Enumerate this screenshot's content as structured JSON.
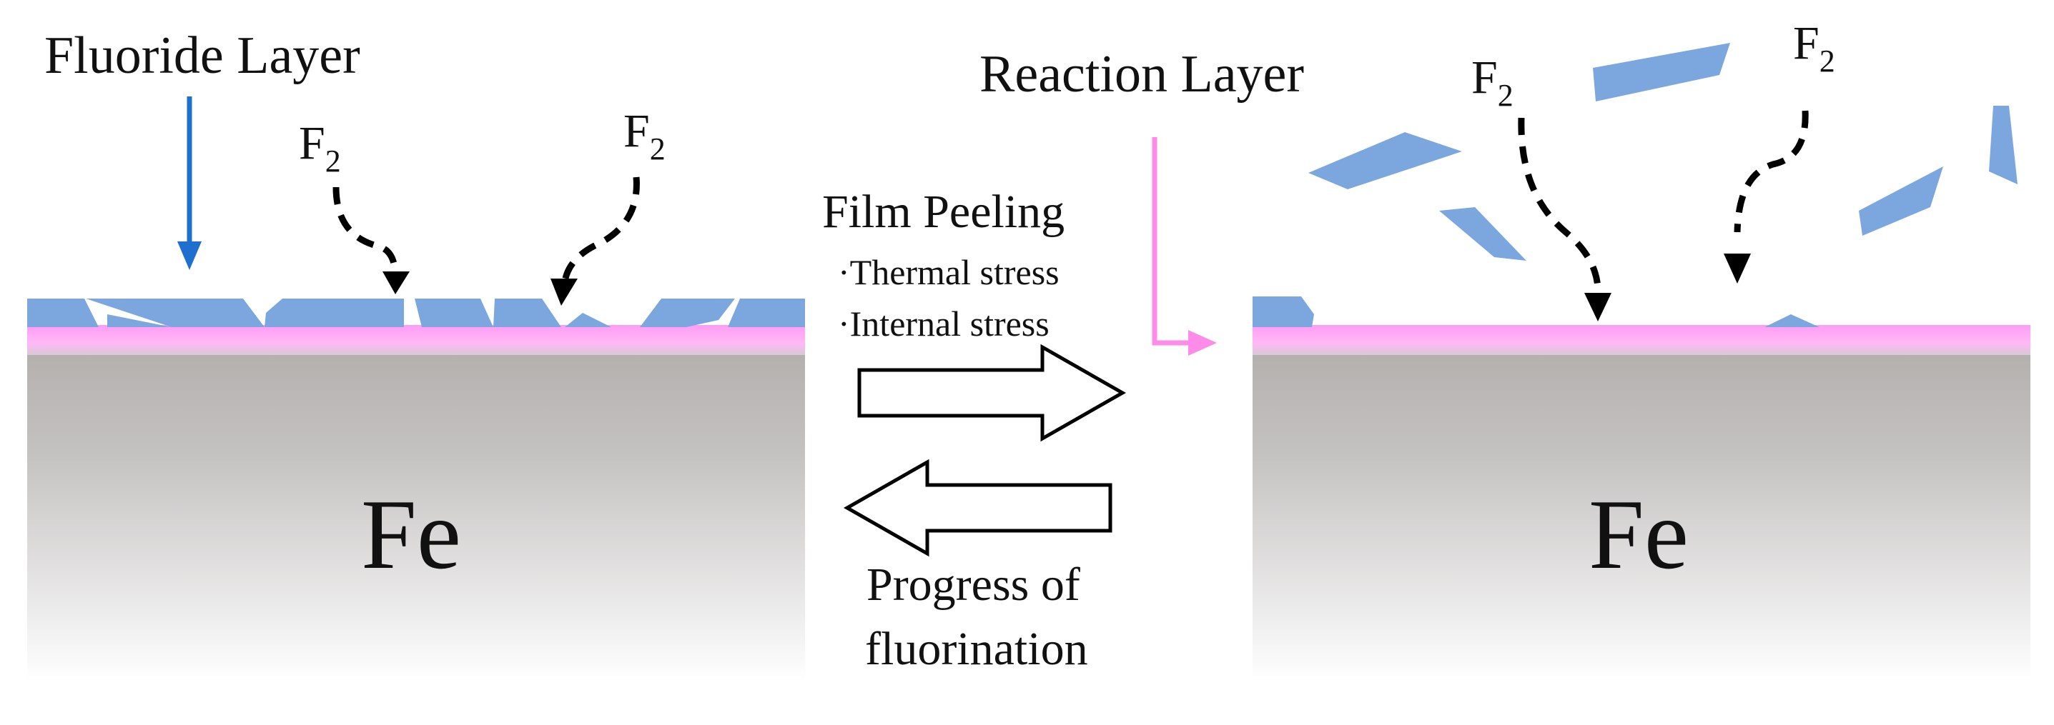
{
  "labels": {
    "fluoride_layer": "Fluoride Layer",
    "reaction_layer": "Reaction Layer",
    "f2_symbol": "F",
    "f2_subscript": "2",
    "film_peeling": "Film Peeling",
    "thermal_stress": "·Thermal stress",
    "internal_stress": "·Internal stress",
    "progress_line1": "Progress of",
    "progress_line2": "fluorination",
    "metal_left": "Fe",
    "metal_right": "Fe"
  },
  "colors": {
    "fluoride_flake": "#7ba7de",
    "reaction_layer": "#ff9cf4",
    "reaction_arrow": "#ff8be8",
    "fluoride_arrow": "#1f6fcf",
    "metal_top": "#b2aeac",
    "metal_bottom": "#ffffff",
    "text": "#111111"
  }
}
